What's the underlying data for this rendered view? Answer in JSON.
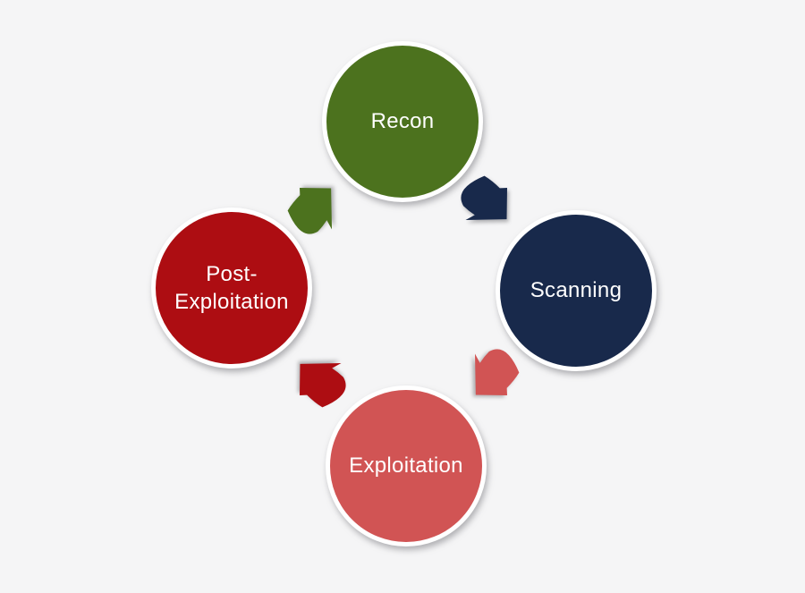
{
  "background_color": "#f5f5f6",
  "diagram": {
    "type": "cycle",
    "direction": "clockwise",
    "nodes": [
      {
        "id": "recon",
        "label": "Recon",
        "color": "#4c721e",
        "text_color": "#ffffff",
        "position": "top"
      },
      {
        "id": "scanning",
        "label": "Scanning",
        "color": "#18294b",
        "text_color": "#ffffff",
        "position": "right"
      },
      {
        "id": "exploitation",
        "label": "Exploitation",
        "color": "#d15454",
        "text_color": "#ffffff",
        "position": "bottom"
      },
      {
        "id": "post_exploitation",
        "label": "Post-Exploitation",
        "color": "#ad0d12",
        "text_color": "#ffffff",
        "position": "left"
      }
    ],
    "arrows": [
      {
        "from": "recon",
        "to": "scanning",
        "color": "#18294b",
        "position": "top-right"
      },
      {
        "from": "scanning",
        "to": "exploitation",
        "color": "#d15454",
        "position": "bottom-right"
      },
      {
        "from": "exploitation",
        "to": "post_exploitation",
        "color": "#ad0d12",
        "position": "bottom-left"
      },
      {
        "from": "post_exploitation",
        "to": "recon",
        "color": "#4c721e",
        "position": "top-left"
      }
    ]
  }
}
